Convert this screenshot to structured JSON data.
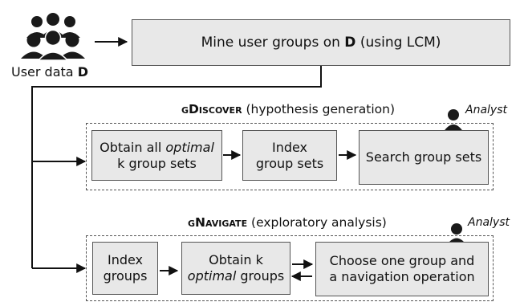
{
  "input": {
    "label": "User data",
    "dataset": "D"
  },
  "mine": {
    "pre": "Mine user groups on",
    "dataset": "D",
    "post": "(using LCM)"
  },
  "gdiscover": {
    "title_name": "gDiscover",
    "title_desc": "(hypothesis generation)",
    "analyst": "Analyst",
    "step1": {
      "line1_pre": "Obtain all",
      "line1_em": "optimal",
      "line2": "k group sets"
    },
    "step2": {
      "line1": "Index",
      "line2": "group sets"
    },
    "step3": {
      "label": "Search group sets"
    }
  },
  "gnavigate": {
    "title_name": "gNavigate",
    "title_desc": "(exploratory analysis)",
    "analyst": "Analyst",
    "step1": {
      "line1": "Index",
      "line2": "groups"
    },
    "step2": {
      "line1": "Obtain k",
      "line2_em": "optimal",
      "line2_post": "groups"
    },
    "step3": {
      "line1": "Choose one group and",
      "line2": "a navigation operation"
    }
  },
  "icons": {
    "users": "user-group-icon",
    "analyst": "analyst-person-icon"
  }
}
